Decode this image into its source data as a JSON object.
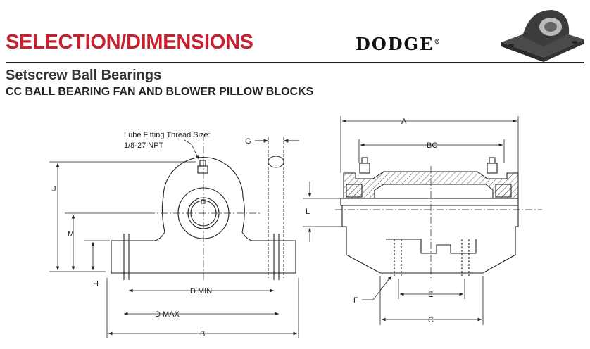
{
  "header": {
    "title": "SELECTION/DIMENSIONS",
    "brand": "DODGE",
    "subtitle": "Setscrew Ball Bearings",
    "product": "CC BALL BEARING FAN AND BLOWER PILLOW BLOCKS"
  },
  "drawing": {
    "lube_fitting_label": "Lube Fitting Thread Size:",
    "lube_fitting_size": "1/8-27 NPT",
    "dim_labels": {
      "A": "A",
      "BC": "BC",
      "G": "G",
      "J": "J",
      "L": "L",
      "M": "M",
      "H": "H",
      "D_MIN": "D MIN",
      "D_MAX": "D MAX",
      "B": "B",
      "F": "F",
      "E": "E",
      "C": "C"
    }
  },
  "colors": {
    "title": "#c8202e",
    "line": "#222222",
    "hatch": "#555555"
  }
}
